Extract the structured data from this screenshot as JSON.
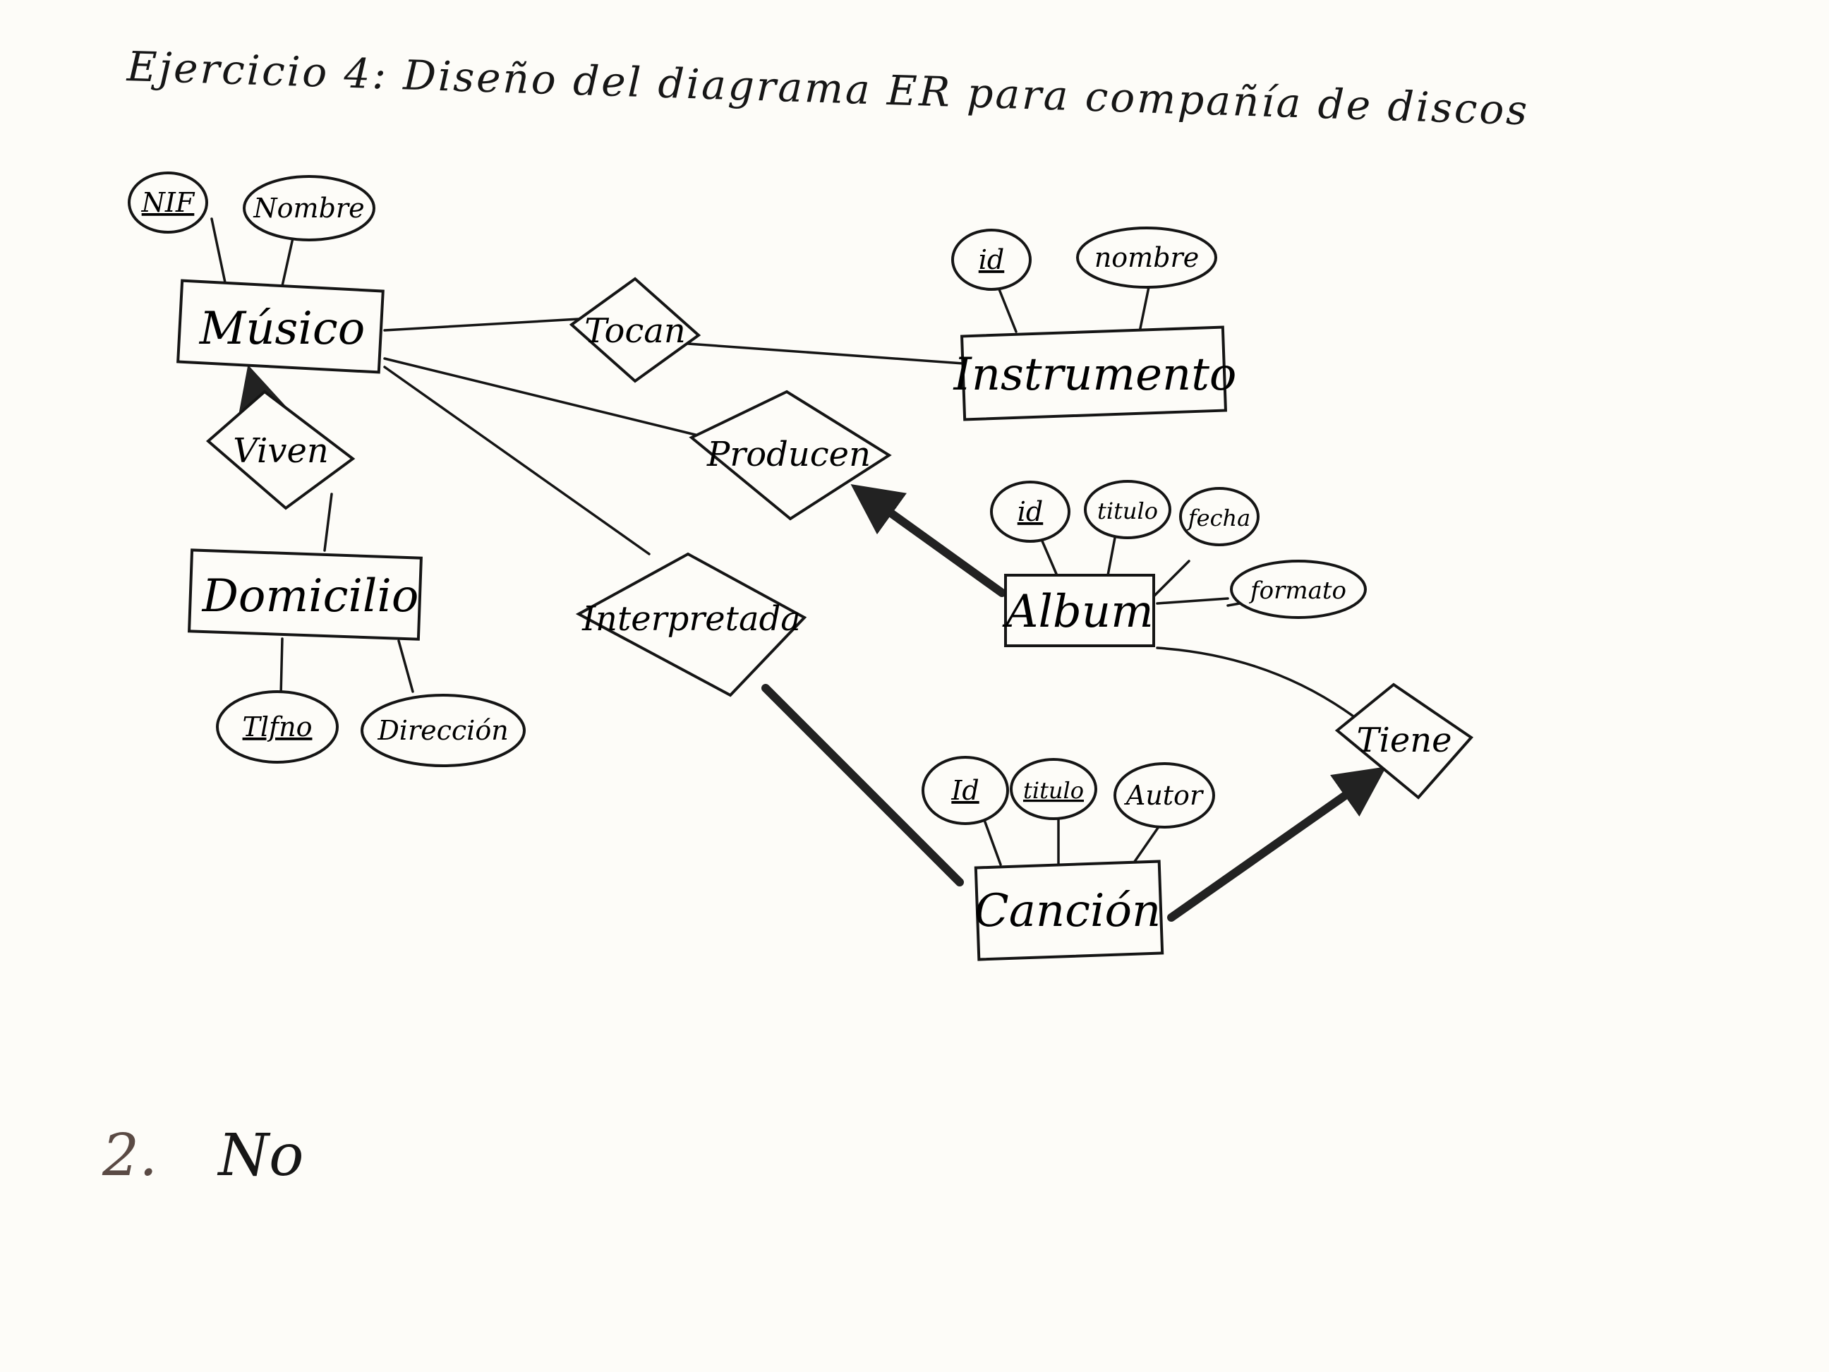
{
  "title": "Ejercicio 4: Diseño del diagrama ER para compañía de discos",
  "entities": {
    "musico": "Músico",
    "domicilio": "Domicilio",
    "instrumento": "Instrumento",
    "album": "Album",
    "cancion": "Canción"
  },
  "relationships": {
    "tocan": "Tocan",
    "viven": "Viven",
    "producen": "Producen",
    "interpretada": "Interpretada",
    "tiene": "Tiene"
  },
  "attributes": {
    "musico": [
      "NIF",
      "Nombre"
    ],
    "instrumento": [
      "id",
      "nombre"
    ],
    "domicilio": [
      "Tlfno",
      "Dirección"
    ],
    "album": [
      "id",
      "titulo",
      "fecha",
      "formato"
    ],
    "cancion": [
      "Id",
      "titulo",
      "Autor"
    ]
  },
  "answer": {
    "number": "2.",
    "text": "No"
  },
  "colors": {
    "paper": "#fdfcf8",
    "ink": "#151515"
  }
}
